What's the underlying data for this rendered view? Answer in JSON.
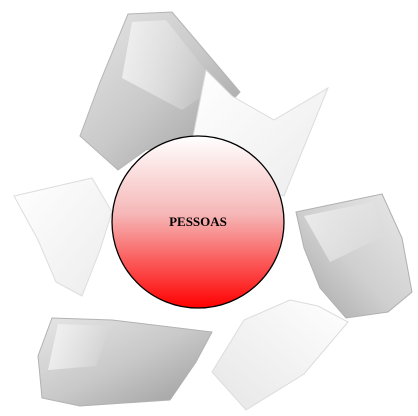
{
  "diagram": {
    "center": {
      "label": "PESSOAS",
      "fill_top": "#ffffff",
      "fill_bottom": "#ff0000",
      "stroke": "#000000"
    },
    "cycle_arrows": {
      "count": 3,
      "style": "grey glossy recycle arrows",
      "base_color": "#b8b8b8",
      "highlight_color": "#ffffff"
    }
  }
}
